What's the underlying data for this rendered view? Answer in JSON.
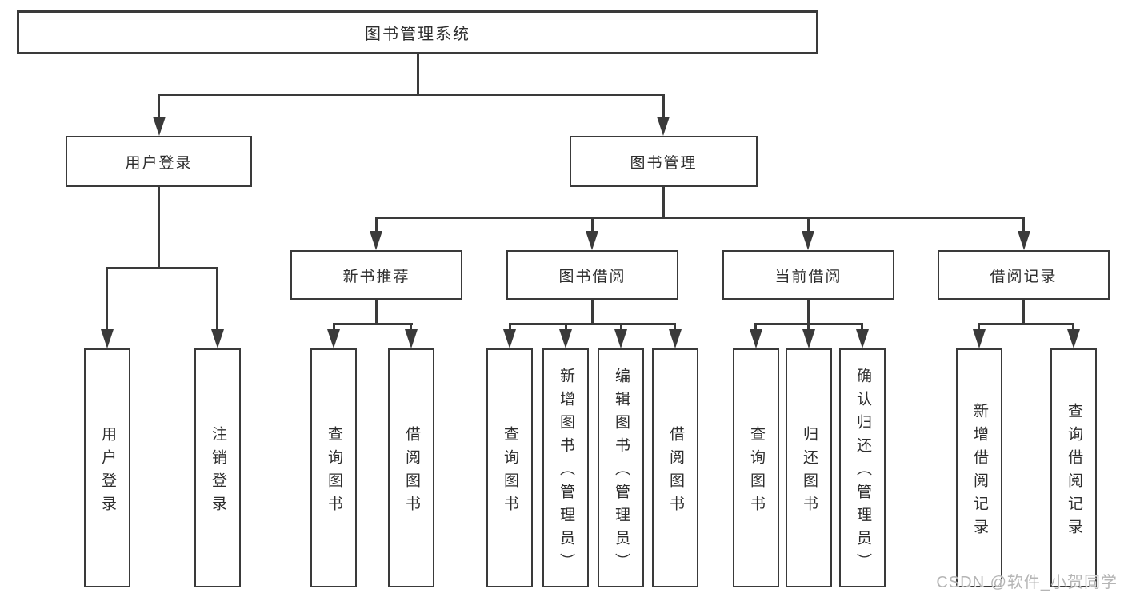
{
  "nodes": {
    "root": "图书管理系统",
    "level2": [
      "用户登录",
      "图书管理"
    ],
    "level3": [
      "新书推荐",
      "图书借阅",
      "当前借阅",
      "借阅记录"
    ],
    "leaves": [
      "用户登录",
      "注销登录",
      "查询图书",
      "借阅图书",
      "查询图书",
      "新增图书（管理员）",
      "编辑图书（管理员）",
      "借阅图书",
      "查询图书",
      "归还图书",
      "确认归还（管理员）",
      "新增借阅记录",
      "查询借阅记录"
    ]
  },
  "hierarchy": {
    "图书管理系统": {
      "用户登录": [
        "用户登录",
        "注销登录"
      ],
      "图书管理": {
        "新书推荐": [
          "查询图书",
          "借阅图书"
        ],
        "图书借阅": [
          "查询图书",
          "新增图书（管理员）",
          "编辑图书（管理员）",
          "借阅图书"
        ],
        "当前借阅": [
          "查询图书",
          "归还图书",
          "确认归还（管理员）"
        ],
        "借阅记录": [
          "新增借阅记录",
          "查询借阅记录"
        ]
      }
    }
  },
  "watermark": "CSDN @软件_小贺同学",
  "colors": {
    "line": "#3a3a3a",
    "text": "#2e2e2e",
    "background": "#ffffff",
    "box_background": "#ffffff",
    "watermark": "#b5b5b5"
  }
}
